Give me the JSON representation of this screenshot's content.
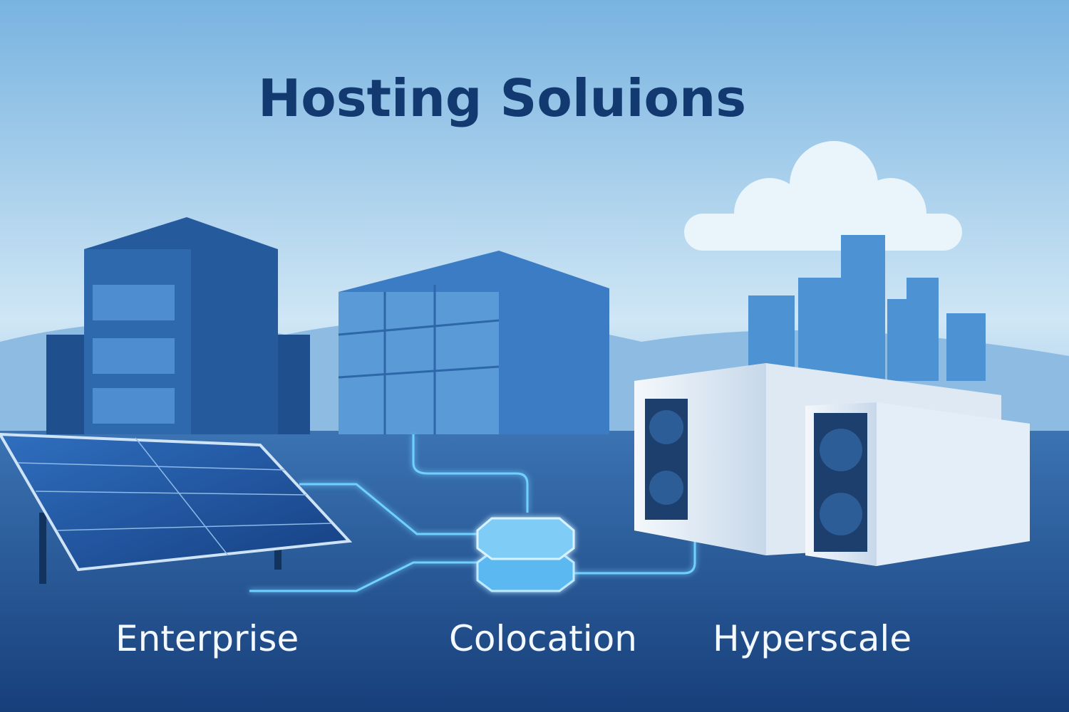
{
  "title": "Hosting Soluions",
  "labels": {
    "enterprise": "Enterprise",
    "colocation": "Colocation",
    "hyperscale": "Hyperscale"
  },
  "colors": {
    "sky_top": "#7ab4e2",
    "sky_bottom": "#cfe6f5",
    "ground": "#1d5293",
    "title": "#123a70",
    "glow": "#6fd0ff"
  }
}
